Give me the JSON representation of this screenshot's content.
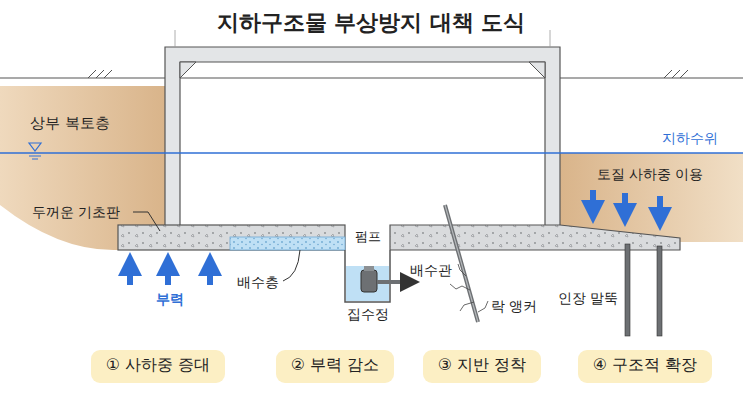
{
  "diagram": {
    "title": "지하구조물 부상방지 대책 도식",
    "nodes": [
      {
        "text": [
          "① 사하중 증대"
        ]
      },
      {
        "text": [
          "② 부력 감소"
        ]
      },
      {
        "text": [
          "③ 지반 정착"
        ]
      },
      {
        "text": [
          "④ 구조적 확장"
        ]
      }
    ],
    "labels": [
      "상부 복토층",
      "지하수위",
      "두꺼운 기초판",
      "토질 사하중 이용",
      "부력",
      "배수층",
      "펌프",
      "배수관",
      "집수정",
      "락 앵커",
      "인장 말뚝"
    ]
  }
}
